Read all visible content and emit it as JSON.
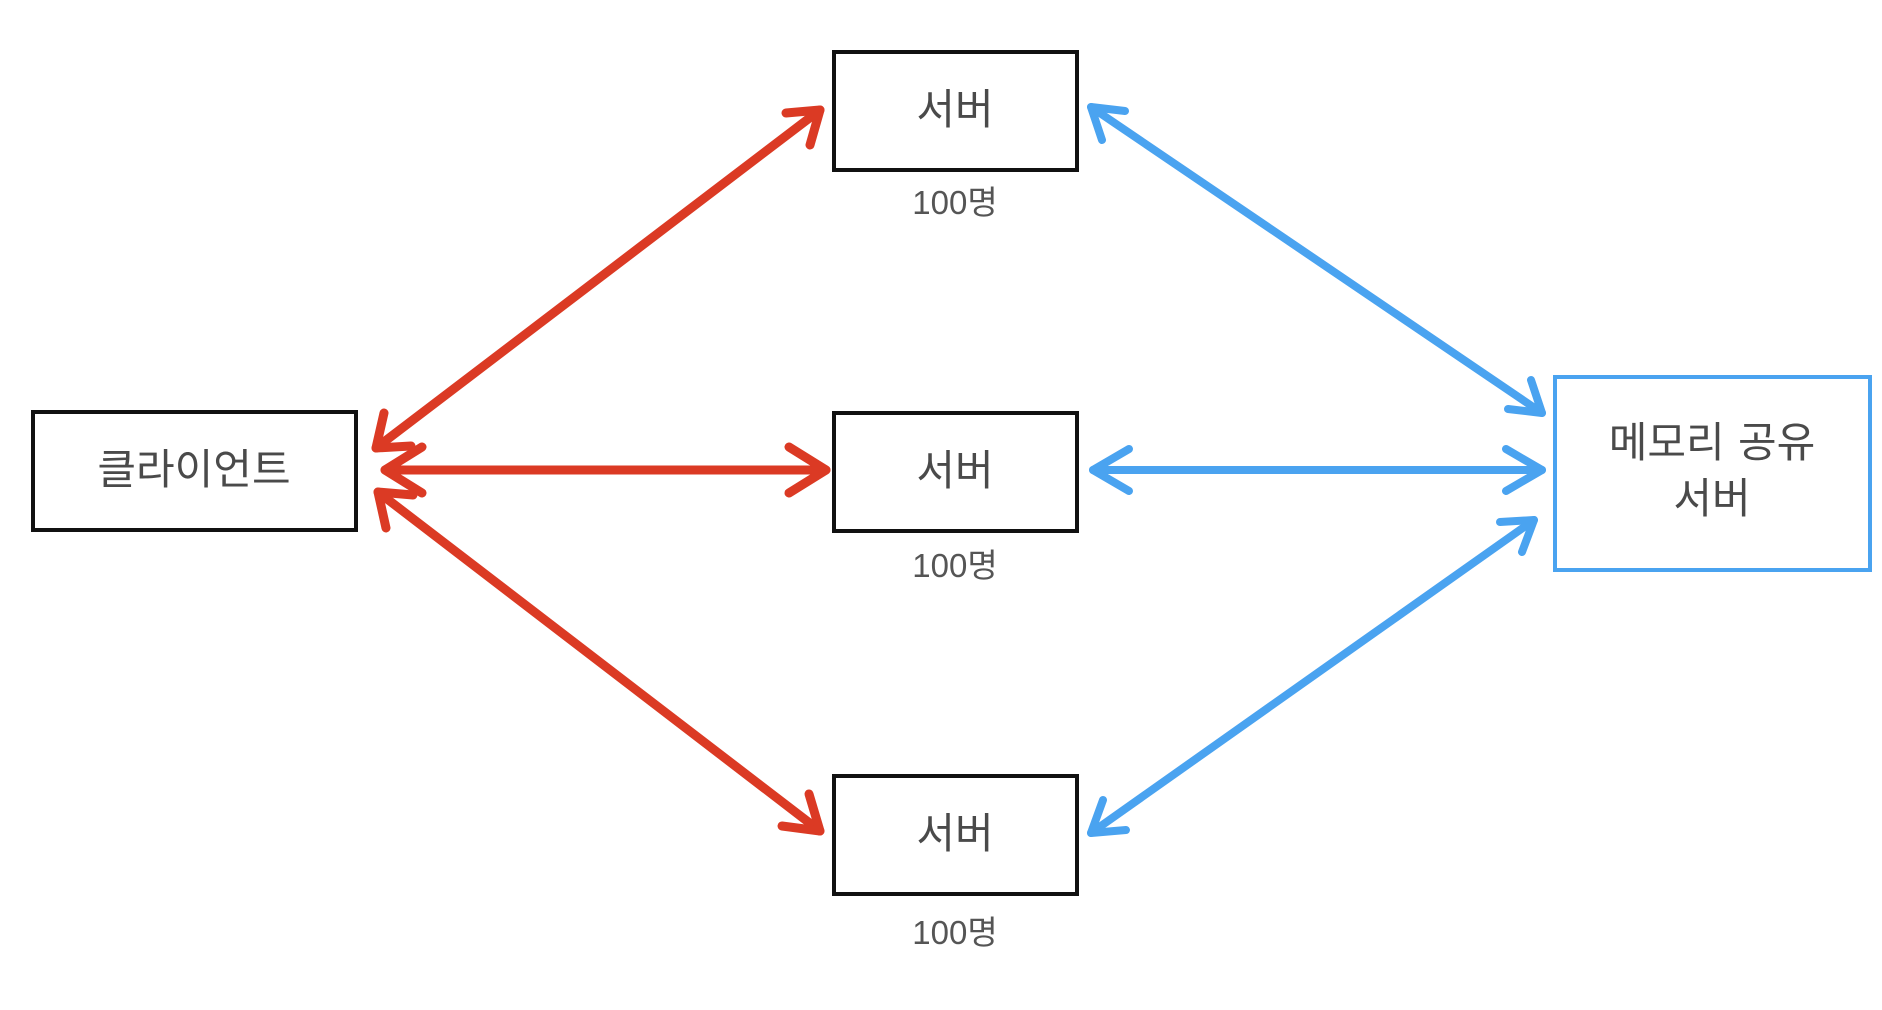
{
  "colors": {
    "client_link": "#db3a24",
    "shared_link": "#4aa3f0",
    "box_border": "#111111",
    "shared_box_border": "#4aa3f0",
    "text": "#4a4a4a"
  },
  "client": {
    "label": "클라이언트"
  },
  "servers": [
    {
      "label": "서버",
      "capacity": "100명"
    },
    {
      "label": "서버",
      "capacity": "100명"
    },
    {
      "label": "서버",
      "capacity": "100명"
    }
  ],
  "shared_server": {
    "label_line1": "메모리 공유",
    "label_line2": "서버"
  },
  "links": [
    {
      "from": "client",
      "to": "server-1",
      "direction": "bidirectional",
      "color": "#db3a24"
    },
    {
      "from": "client",
      "to": "server-2",
      "direction": "bidirectional",
      "color": "#db3a24"
    },
    {
      "from": "client",
      "to": "server-3",
      "direction": "bidirectional",
      "color": "#db3a24"
    },
    {
      "from": "server-1",
      "to": "shared-memory-server",
      "direction": "bidirectional",
      "color": "#4aa3f0"
    },
    {
      "from": "server-2",
      "to": "shared-memory-server",
      "direction": "bidirectional",
      "color": "#4aa3f0"
    },
    {
      "from": "server-3",
      "to": "shared-memory-server",
      "direction": "bidirectional",
      "color": "#4aa3f0"
    }
  ]
}
